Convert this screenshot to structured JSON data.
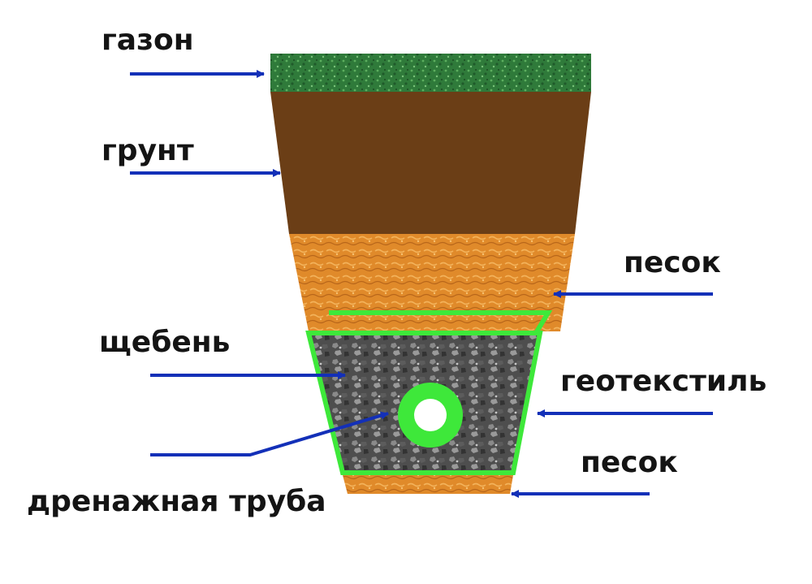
{
  "labels": {
    "lawn": "газон",
    "soil": "грунт",
    "sand_top": "песок",
    "gravel": "щебень",
    "geotextile": "геотекстиль",
    "sand_bottom": "песок",
    "drain_pipe": "дренажная труба"
  },
  "colors": {
    "lawn": "#2f7a3a",
    "soil": "#6b3e16",
    "sand": "#e08a2a",
    "gravel": "#4e4e4e",
    "geotextile": "#3ee83a",
    "arrow": "#1330b8",
    "text": "#141414"
  }
}
